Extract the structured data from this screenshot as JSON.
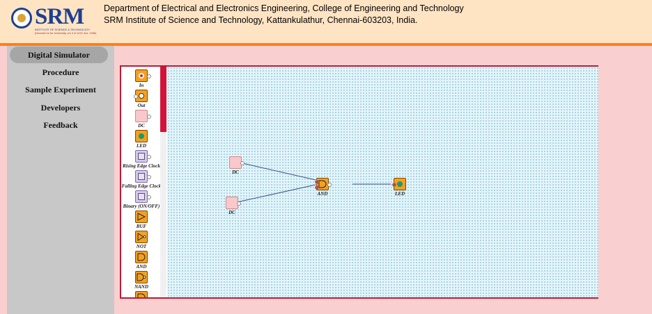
{
  "header": {
    "logo_text": "SRM",
    "logo_sub": "INSTITUTE OF SCIENCE & TECHNOLOGY",
    "logo_sub2": "(Deemed to be University u/s 3 of UGC Act, 1956)",
    "line1": "Department of Electrical and Electronics Engineering, College of Engineering and Technology",
    "line2": "SRM Institute of Science and Technology, Kattankulathur, Chennai-603203, India."
  },
  "sidebar": {
    "items": [
      {
        "label": "Digital Simulator",
        "active": true
      },
      {
        "label": "Procedure"
      },
      {
        "label": "Sample Experiment"
      },
      {
        "label": "Developers"
      },
      {
        "label": "Feedback"
      }
    ]
  },
  "palette": {
    "items": [
      {
        "label": "In",
        "icon": "input-icon"
      },
      {
        "label": "Out",
        "icon": "output-icon"
      },
      {
        "label": "DC",
        "icon": "dc-icon"
      },
      {
        "label": "LED",
        "icon": "led-icon"
      },
      {
        "label": "Rising Edge Clock",
        "icon": "clock-icon"
      },
      {
        "label": "Falling Edge Clock",
        "icon": "clock-icon"
      },
      {
        "label": "Binary (ON/OFF)",
        "icon": "binary-icon"
      },
      {
        "label": "BUF",
        "icon": "buffer-gate-icon"
      },
      {
        "label": "NOT",
        "icon": "not-gate-icon"
      },
      {
        "label": "AND",
        "icon": "and-gate-icon"
      },
      {
        "label": "NAND",
        "icon": "nand-gate-icon"
      }
    ]
  },
  "canvas": {
    "components": [
      {
        "id": "dc1",
        "label": "DC",
        "type": "dc"
      },
      {
        "id": "dc2",
        "label": "DC",
        "type": "dc"
      },
      {
        "id": "and1",
        "label": "AND",
        "type": "and"
      },
      {
        "id": "led1",
        "label": "LED",
        "type": "led"
      }
    ]
  },
  "colors": {
    "header_bg": "#ffe4c4",
    "accent_line": "#ff7f16",
    "page_bg": "#f9cfd0",
    "frame_border": "#b51d3a",
    "scroll_thumb": "#d2143a",
    "component_orange": "#f5a021"
  }
}
